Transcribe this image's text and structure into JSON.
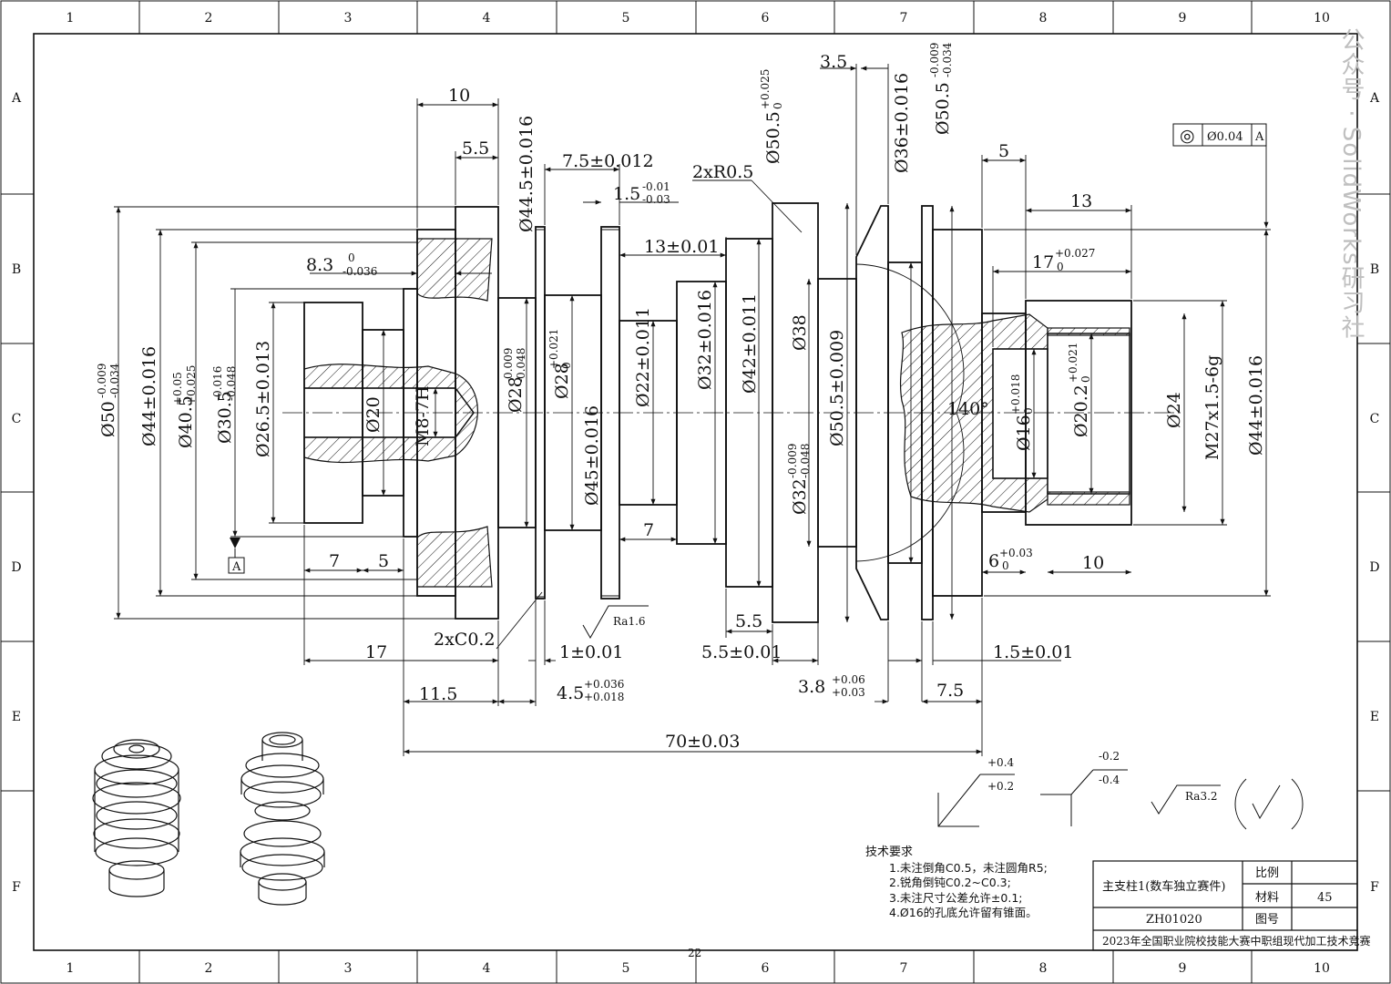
{
  "grid": {
    "columns": [
      "1",
      "2",
      "3",
      "4",
      "5",
      "6",
      "7",
      "8",
      "9",
      "10"
    ],
    "rows": [
      "A",
      "B",
      "C",
      "D",
      "E",
      "F"
    ]
  },
  "watermark": "公众号 · SolidWorks研习社",
  "datum_label": "A",
  "tolerance_frame": {
    "symbol": "◎",
    "value": "Ø0.04",
    "datum": "A"
  },
  "dimensions": {
    "d10": "10",
    "d5_5": "5.5",
    "d44_5": "Ø44.5±0.016",
    "d7_5": "7.5±0.012",
    "d1_5": "1.5",
    "d1_5_tol_u": "-0.01",
    "d1_5_tol_l": "-0.03",
    "r05": "2xR0.5",
    "d50_5a": "Ø50.5",
    "d50_5a_tu": "+0.025",
    "d50_5a_tl": "0",
    "d3_5": "3.5",
    "d36": "Ø36±0.016",
    "d50_5b": "Ø50.5",
    "d50_5b_tu": "-0.009",
    "d50_5b_tl": "-0.034",
    "d5": "5",
    "d13": "13",
    "d17b": "17",
    "d17b_tu": "+0.027",
    "d17b_tl": "0",
    "d8_3": "8.3",
    "d8_3_tu": "0",
    "d8_3_tl": "-0.036",
    "d13_01": "13±0.01",
    "d50": "Ø50",
    "d50_tu": "-0.009",
    "d50_tl": "-0.034",
    "d44": "Ø44±0.016",
    "d40_5": "Ø40.5",
    "d40_5_tu": "+0.05",
    "d40_5_tl": "+0.025",
    "d30_5": "Ø30.5",
    "d30_5_tu": "-0.016",
    "d30_5_tl": "-0.048",
    "d26_5": "Ø26.5±0.013",
    "d20": "Ø20",
    "m8": "M8-7H",
    "d28a": "Ø28",
    "d28a_tu": "-0.009",
    "d28a_tl": "-0.048",
    "d28b": "Ø28",
    "d28b_tu": "+0.021",
    "d28b_tl": "0",
    "d45": "Ø45±0.016",
    "d22": "Ø22±0.011",
    "d32": "Ø32±0.016",
    "d42": "Ø42±0.011",
    "d38": "Ø38",
    "d32b": "Ø32",
    "d32b_tu": "-0.009",
    "d32b_tl": "-0.048",
    "d50_5c": "Ø50.5±0.009",
    "angle": "140°",
    "d16": "Ø16",
    "d16_tu": "+0.018",
    "d16_tl": "0",
    "d20_2": "Ø20.2",
    "d20_2_tu": "+0.021",
    "d20_2_tl": "0",
    "d24": "Ø24",
    "m27": "M27x1.5-6g",
    "d44b": "Ø44±0.016",
    "d7a": "7",
    "d5a": "5",
    "d7b": "7",
    "d6": "6",
    "d6_tu": "+0.03",
    "d6_tl": "0",
    "d10b": "10",
    "d17": "17",
    "c02": "2xC0.2",
    "d1_01": "1±0.01",
    "d5_5b": "5.5",
    "d5_5c": "5.5±0.01",
    "d1_5b": "1.5±0.01",
    "d11_5": "11.5",
    "d4_5": "4.5",
    "d4_5_tu": "+0.036",
    "d4_5_tl": "+0.018",
    "d3_8": "3.8",
    "d3_8_tu": "+0.06",
    "d3_8_tl": "+0.03",
    "d7_5b": "7.5",
    "d70": "70±0.03",
    "ra16": "Ra1.6"
  },
  "symbols": {
    "tol1_u": "+0.4",
    "tol1_l": "+0.2",
    "tol2_u": "-0.2",
    "tol2_l": "-0.4",
    "ra32": "Ra3.2"
  },
  "notes": {
    "heading": "技术要求",
    "items": [
      "1.未注倒角C0.5，未注圆角R5;",
      "2.锐角倒钝C0.2~C0.3;",
      "3.未注尺寸公差允许±0.1;",
      "4.Ø16的孔底允许留有锥面。"
    ]
  },
  "title_block": {
    "part_name": "主支柱1(数车独立赛件)",
    "scale_label": "比例",
    "material_label": "材料",
    "material_value": "45",
    "drawing_no_label": "图号",
    "code": "ZH01020",
    "competition": "2023年全国职业院校技能大赛中职组现代加工技术竞赛"
  },
  "page_number": "22"
}
